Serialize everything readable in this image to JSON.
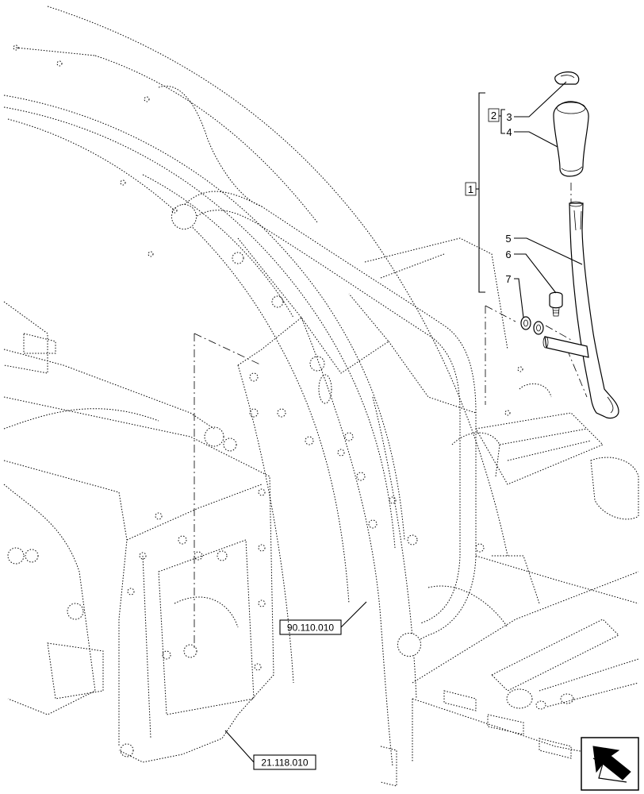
{
  "callouts": {
    "group_1": "1",
    "group_2": "2",
    "item_3": "3",
    "item_4": "4",
    "item_5": "5",
    "item_6": "6",
    "item_7": "7"
  },
  "references": {
    "fender_ref": "90.110.010",
    "transmission_ref": "21.118.010"
  },
  "icons": {
    "nav_arrow": "arrow-icon"
  }
}
